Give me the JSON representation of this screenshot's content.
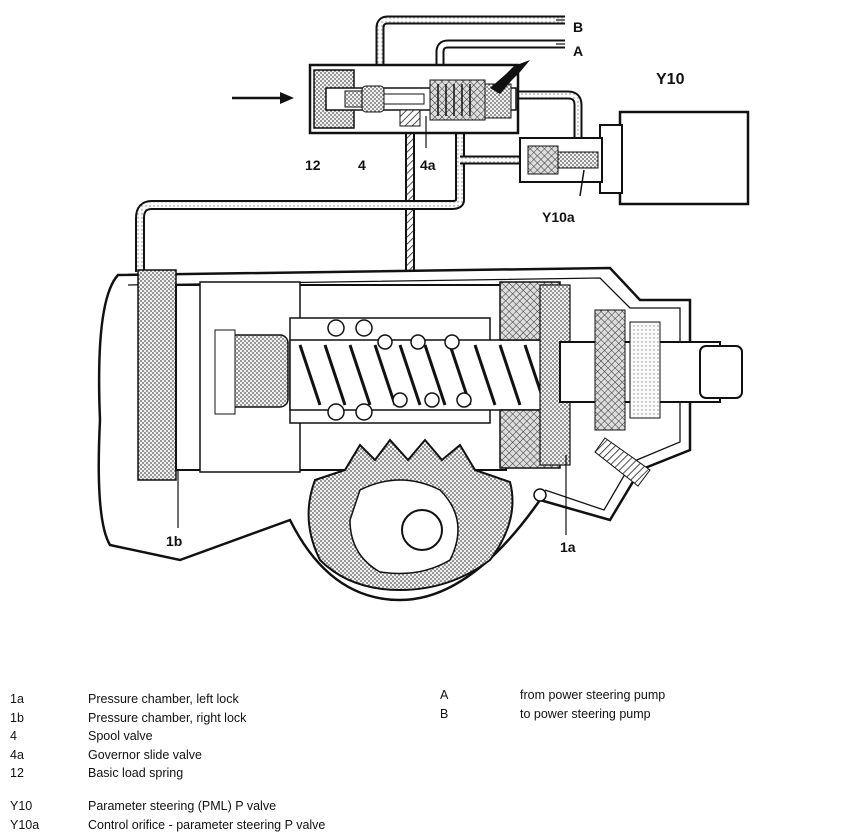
{
  "callouts": {
    "B": "B",
    "A": "A",
    "Y10": "Y10",
    "Y10a": "Y10a",
    "n12": "12",
    "n4": "4",
    "n4a": "4a",
    "n1b": "1b",
    "n1a": "1a"
  },
  "legend_left": [
    {
      "key": "1a",
      "text": "Pressure chamber, left lock"
    },
    {
      "key": "1b",
      "text": "Pressure chamber, right lock"
    },
    {
      "key": "4",
      "text": "Spool valve"
    },
    {
      "key": "4a",
      "text": "Governor slide valve"
    },
    {
      "key": "12",
      "text": "Basic load spring"
    },
    {
      "key": "Y10",
      "text": "Parameter steering (PML) P valve"
    },
    {
      "key": "Y10a",
      "text": "Control orifice - parameter steering P valve"
    }
  ],
  "legend_right": [
    {
      "key": "A",
      "text": "from power steering pump"
    },
    {
      "key": "B",
      "text": "to power steering pump"
    }
  ]
}
